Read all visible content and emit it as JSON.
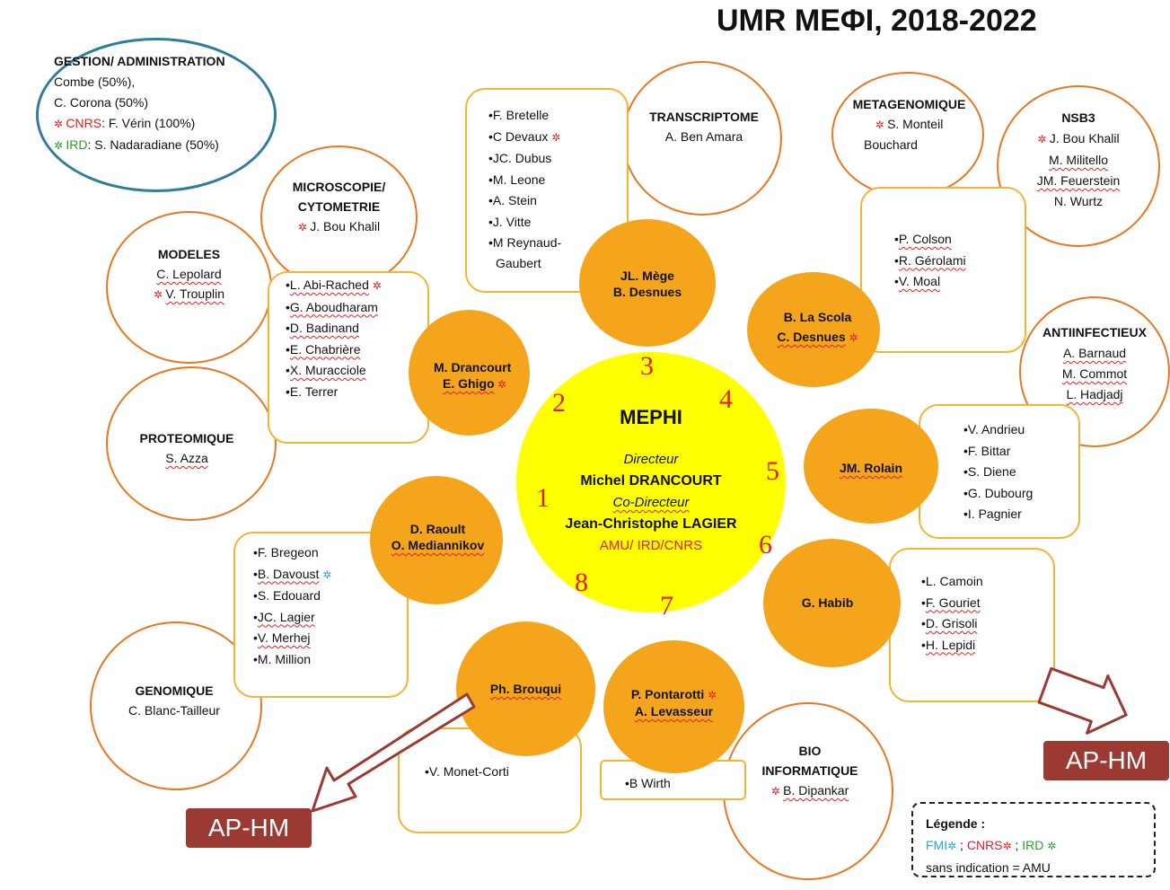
{
  "title": "UMR MEΦI, 2018-2022",
  "center": {
    "name": "MEPHI",
    "director_label": "Directeur",
    "director": "Michel DRANCOURT",
    "codirector_label": "Co-Directeur",
    "codirector": "Jean-Christophe  LAGIER",
    "affiliation": "AMU/ IRD/CNRS",
    "numbers": [
      "1",
      "2",
      "3",
      "4",
      "5",
      "6",
      "7",
      "8"
    ]
  },
  "gestion": {
    "title": "GESTION/ ADMINISTRATION",
    "line1": "Combe (50%),",
    "line2": "C. Corona (50%)",
    "cnrs_prefix": "CNRS",
    "cnrs_rest": ": F. Vérin (100%)",
    "ird_prefix": "IRD",
    "ird_rest": ":  S. Nadaradiane (50%)"
  },
  "platforms": {
    "microscopie": {
      "title1": "MICROSCOPIE/",
      "title2": "CYTOMETRIE",
      "member": "J. Bou Khalil"
    },
    "modeles": {
      "title": "MODELES",
      "m1": "C. Lepolard",
      "m2": "V. Trouplin"
    },
    "proteomique": {
      "title": "PROTEOMIQUE",
      "m1": "S. Azza"
    },
    "genomique": {
      "title": "GENOMIQUE",
      "m1": "C. Blanc-Tailleur"
    },
    "transcriptome": {
      "title": "TRANSCRIPTOME",
      "m1": "A. Ben Amara"
    },
    "metagenomique": {
      "title": "METAGENOMIQUE",
      "m1": "S. Monteil",
      "m2": "Bouchard"
    },
    "nsb3": {
      "title": "NSB3",
      "m1": "J. Bou Khalil",
      "m2": "M. Militello",
      "m3": "JM. Feuerstein",
      "m4": "N. Wurtz"
    },
    "antiinfectieux": {
      "title": "ANTIINFECTIEUX",
      "m1": "A. Barnaud",
      "m2": "M. Commot",
      "m3": "L. Hadjadj"
    },
    "bioinfo": {
      "title1": "BIO",
      "title2": "INFORMATIQUE",
      "m1": "B. Dipankar"
    }
  },
  "teams": {
    "t3": {
      "lead1": "JL. Mège",
      "lead2": "B. Desnues",
      "members": [
        "F. Bretelle",
        "C Devaux",
        "JC. Dubus",
        "M. Leone",
        "A. Stein",
        "J. Vitte",
        "M Reynaud-",
        "Gaubert"
      ]
    },
    "t4": {
      "lead1": "B.  La Scola",
      "lead2": "C. Desnues",
      "members": [
        "P. Colson",
        "R. Gérolami",
        "V. Moal"
      ]
    },
    "t2": {
      "lead1": "M. Drancourt",
      "lead2": "E. Ghigo",
      "members": [
        "L. Abi-Rached",
        "G. Aboudharam",
        "D. Badinand",
        "E. Chabrière",
        "X.  Muracciole",
        "E. Terrer"
      ]
    },
    "t5": {
      "lead1": "JM. Rolain",
      "members": [
        "V. Andrieu",
        "F. Bittar",
        "S. Diene",
        "G. Dubourg",
        "I.  Pagnier"
      ]
    },
    "t1": {
      "lead1": "D. Raoult",
      "lead2": "O. Mediannikov",
      "members": [
        "F. Bregeon",
        "B. Davoust",
        "S. Edouard",
        "JC. Lagier",
        "V. Merhej",
        "M. Million"
      ]
    },
    "t6": {
      "lead1": "G. Habib",
      "members": [
        "L. Camoin",
        "F. Gouriet",
        "D. Grisoli",
        "H. Lepidi"
      ]
    },
    "t8": {
      "lead1": "Ph. Brouqui",
      "members": [
        "V. Monet-Corti"
      ]
    },
    "t7": {
      "lead1": "P. Pontarotti",
      "lead2": "A. Levasseur",
      "members": [
        "B Wirth"
      ]
    }
  },
  "aphm_label": "AP-HM",
  "legend": {
    "title": "Légende :",
    "fmi": "FMI",
    "cnrs": "CNRS",
    "ird": "IRD",
    "sep": " ; ",
    "note": "sans indication = AMU"
  },
  "colors": {
    "accent_orange": "#F5A51C",
    "ring": "#E87722",
    "center": "#FFFF00",
    "red": "#E31E24",
    "aphm": "#9B3A32",
    "blue_ring": "#2E7D9A"
  }
}
